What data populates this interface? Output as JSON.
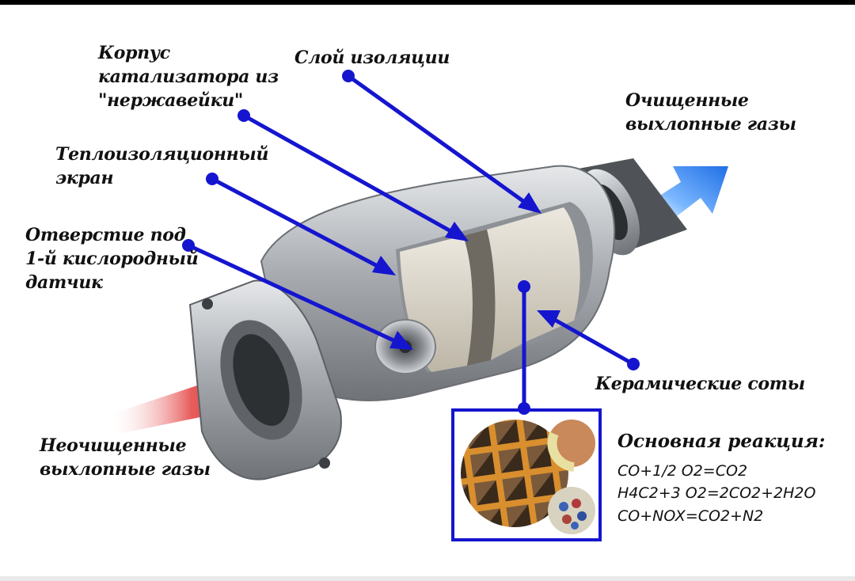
{
  "labels": {
    "korpus": "Корпус\nкатализатора из\n\"нержавейки\"",
    "sloy": "Слой изоляции",
    "ochish": "Очищенные\nвыхлопные газы",
    "teplo": "Теплоизоляционный\nэкран",
    "otverstie": "Отверстие под\n1-й кислородный\nдатчик",
    "keram": "Керамические соты",
    "neochish": "Неочищенные\nвыхлопные газы"
  },
  "reaction": {
    "title": "Основная реакция:",
    "lines": [
      "CO+1/2 O2=CO2",
      "H4C2+3 O2=2CO2+2H2O",
      "CO+NOX=CO2+N2"
    ]
  },
  "colors": {
    "pointer": "#1515cf",
    "hot_arrow": "#d42020",
    "clean_arrow": "#2a86ff",
    "ceramic": "#d9d3c6",
    "metal": "#b9bcc0"
  }
}
